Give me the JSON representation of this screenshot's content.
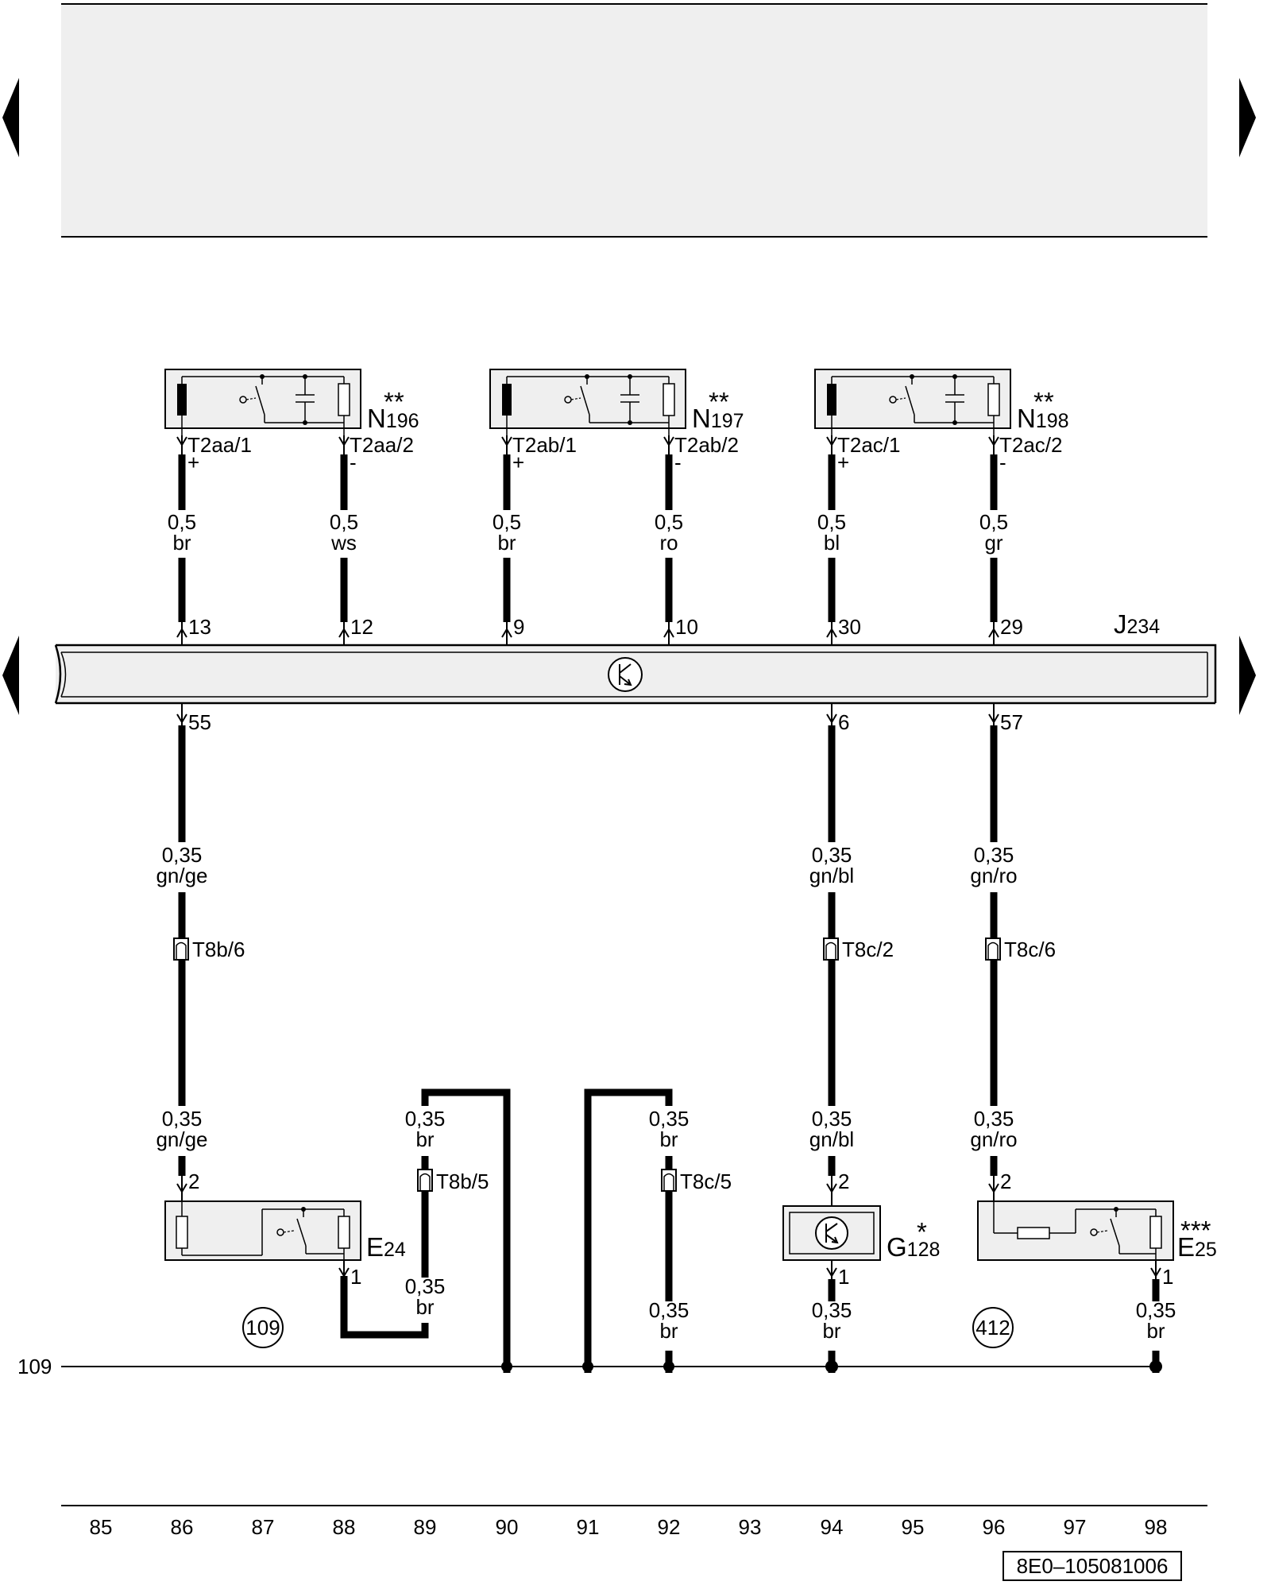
{
  "relays": [
    {
      "name": "N",
      "num": "196",
      "stars": "**",
      "pin_plus": "T2aa/1",
      "pin_minus": "T2aa/2",
      "wire_plus": {
        "size": "0,5",
        "color": "br"
      },
      "wire_minus": {
        "size": "0,5",
        "color": "ws"
      },
      "bus_plus": "13",
      "bus_minus": "12"
    },
    {
      "name": "N",
      "num": "197",
      "stars": "**",
      "pin_plus": "T2ab/1",
      "pin_minus": "T2ab/2",
      "wire_plus": {
        "size": "0,5",
        "color": "br"
      },
      "wire_minus": {
        "size": "0,5",
        "color": "ro"
      },
      "bus_plus": "9",
      "bus_minus": "10"
    },
    {
      "name": "N",
      "num": "198",
      "stars": "**",
      "pin_plus": "T2ac/1",
      "pin_minus": "T2ac/2",
      "wire_plus": {
        "size": "0,5",
        "color": "bl"
      },
      "wire_minus": {
        "size": "0,5",
        "color": "gr"
      },
      "bus_plus": "30",
      "bus_minus": "29"
    }
  ],
  "signs": {
    "plus": "+",
    "minus": "-"
  },
  "control_unit": {
    "name": "J",
    "num": "234"
  },
  "bottom_pins": {
    "p55": "55",
    "p6": "6",
    "p57": "57"
  },
  "wires": {
    "w86_top": {
      "size": "0,35",
      "color": "gn/ge"
    },
    "w94_top": {
      "size": "0,35",
      "color": "gn/bl"
    },
    "w96_top": {
      "size": "0,35",
      "color": "gn/ro"
    },
    "w86_bot": {
      "size": "0,35",
      "color": "gn/ge"
    },
    "w94_bot": {
      "size": "0,35",
      "color": "gn/bl"
    },
    "w96_bot": {
      "size": "0,35",
      "color": "gn/ro"
    },
    "w89_top": {
      "size": "0,35",
      "color": "br"
    },
    "w92_top": {
      "size": "0,35",
      "color": "br"
    },
    "w89_bot": {
      "size": "0,35",
      "color": "br"
    },
    "w92_bot": {
      "size": "0,35",
      "color": "br"
    },
    "w94_gnd": {
      "size": "0,35",
      "color": "br"
    },
    "w98_gnd": {
      "size": "0,35",
      "color": "br"
    }
  },
  "connectors": {
    "t8b6": "T8b/6",
    "t8c2": "T8c/2",
    "t8c6": "T8c/6",
    "t8b5": "T8b/5",
    "t8c5": "T8c/5"
  },
  "components": {
    "e24": {
      "name": "E",
      "num": "24",
      "pin_top": "2",
      "pin_bot": "1"
    },
    "g128": {
      "name": "G",
      "num": "128",
      "stars": "*",
      "pin_top": "2",
      "pin_bot": "1"
    },
    "e25": {
      "name": "E",
      "num": "25",
      "stars": "***",
      "pin_top": "2",
      "pin_bot": "1"
    }
  },
  "refs": {
    "r109": "109",
    "r412": "412"
  },
  "ground_line_label": "109",
  "column_numbers": [
    "85",
    "86",
    "87",
    "88",
    "89",
    "90",
    "91",
    "92",
    "93",
    "94",
    "95",
    "96",
    "97",
    "98"
  ],
  "doc_id": "8E0–105081006"
}
